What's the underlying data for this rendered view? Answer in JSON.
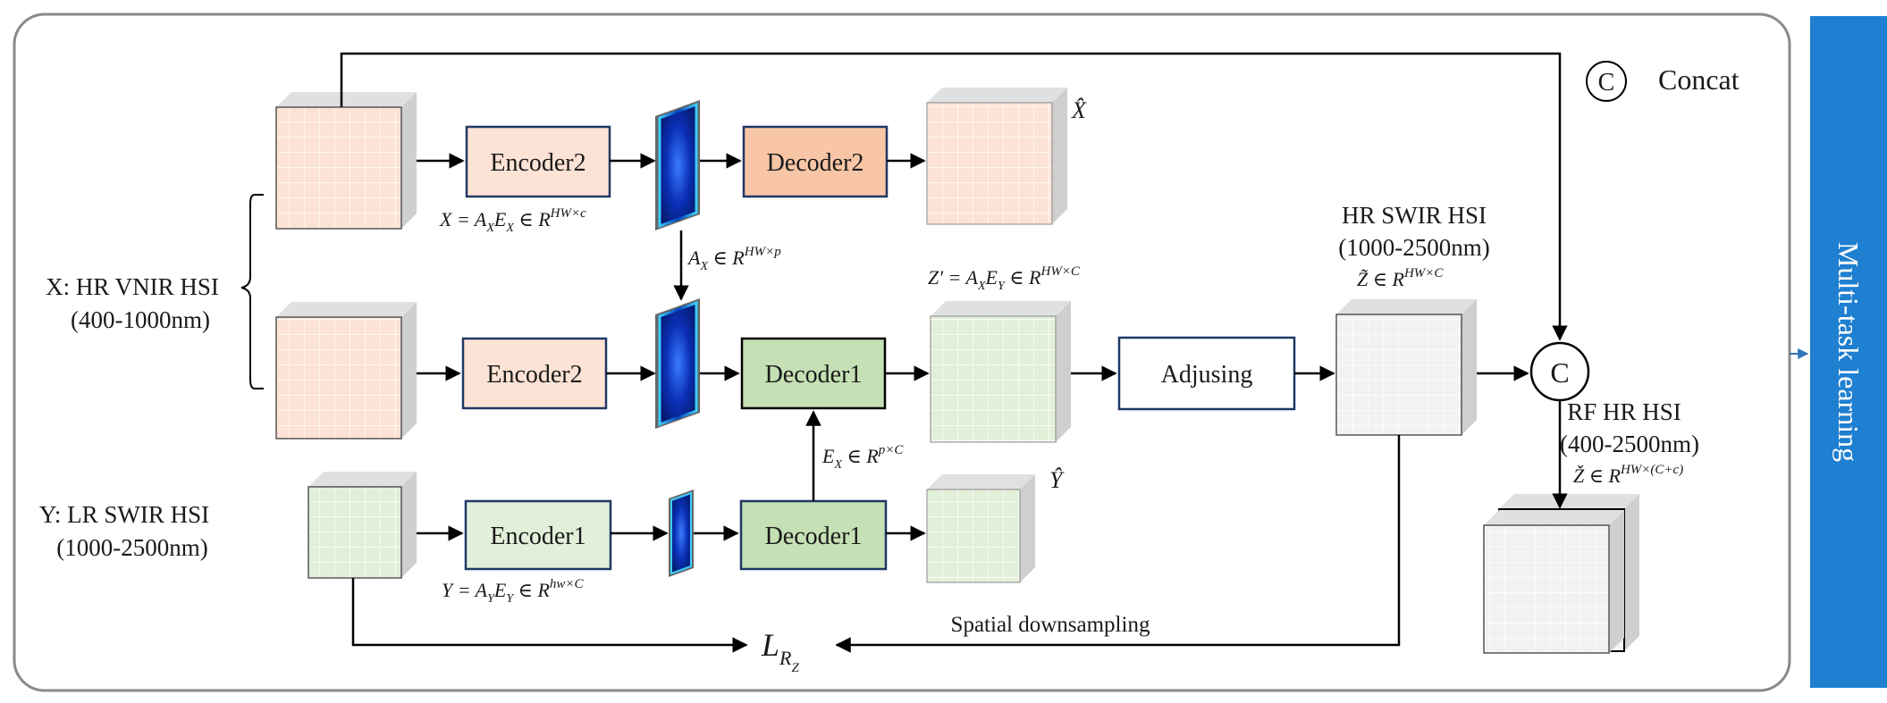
{
  "legend": {
    "symbol": "C",
    "label": "Concat"
  },
  "blocks": {
    "encoder2_top": "Encoder2",
    "decoder2": "Decoder2",
    "encoder2_mid": "Encoder2",
    "decoder1_mid": "Decoder1",
    "adjusing": "Adjusing",
    "encoder1": "Encoder1",
    "decoder1_bot": "Decoder1",
    "concat": "C"
  },
  "inputs": {
    "x_title": "X: HR VNIR HSI",
    "x_range": "(400-1000nm)",
    "y_title": "Y: LR SWIR HSI",
    "y_range": "(1000-2500nm)"
  },
  "outputs": {
    "x_hat": "X̂",
    "y_hat": "Ŷ",
    "hr_title": "HR SWIR HSI",
    "hr_range": "(1000-2500nm)",
    "hr_eq": "Z̃ ∈ R",
    "hr_eq_sup": "HW×C",
    "rf_title": "RF HR HSI",
    "rf_range": "(400-2500nm)",
    "rf_eq": "Ž ∈ R",
    "rf_eq_sup": "HW×(C+c)"
  },
  "equations": {
    "x_eq": "X = A",
    "x_eq_sub1": "X",
    "x_eq_mid": "E",
    "x_eq_sub2": "X",
    "x_eq_in": " ∈ R",
    "x_eq_sup": "HW×c",
    "ax_eq": "A",
    "ax_eq_sub": "X",
    "ax_eq_in": " ∈ R",
    "ax_eq_sup": "HW×p",
    "zp_eq": "Z′ = A",
    "zp_eq_sub1": "X",
    "zp_eq_mid": "E",
    "zp_eq_sub2": "Y",
    "zp_eq_in": " ∈ R",
    "zp_eq_sup": "HW×C",
    "ex_eq": "E",
    "ex_eq_sub": "X",
    "ex_eq_in": " ∈ R",
    "ex_eq_sup": "p×C",
    "y_eq": "Y = A",
    "y_eq_sub1": "Y",
    "y_eq_mid": "E",
    "y_eq_sub2": "Y",
    "y_eq_in": " ∈ R",
    "y_eq_sup": "hw×C",
    "loss": "L",
    "loss_sub": "R",
    "loss_subsub": "Z",
    "spatial": "Spatial downsampling"
  },
  "side_panel": {
    "label": "Multi-task learning"
  },
  "colors": {
    "peach": "#fde3d5",
    "peach_dark": "#f8c6a6",
    "green": "#e2f0d9",
    "green_dark": "#c5e0b4",
    "gray_cube": "#f2f2f2",
    "border_blue": "#1f3864",
    "side_blue": "#1f7fd0"
  }
}
